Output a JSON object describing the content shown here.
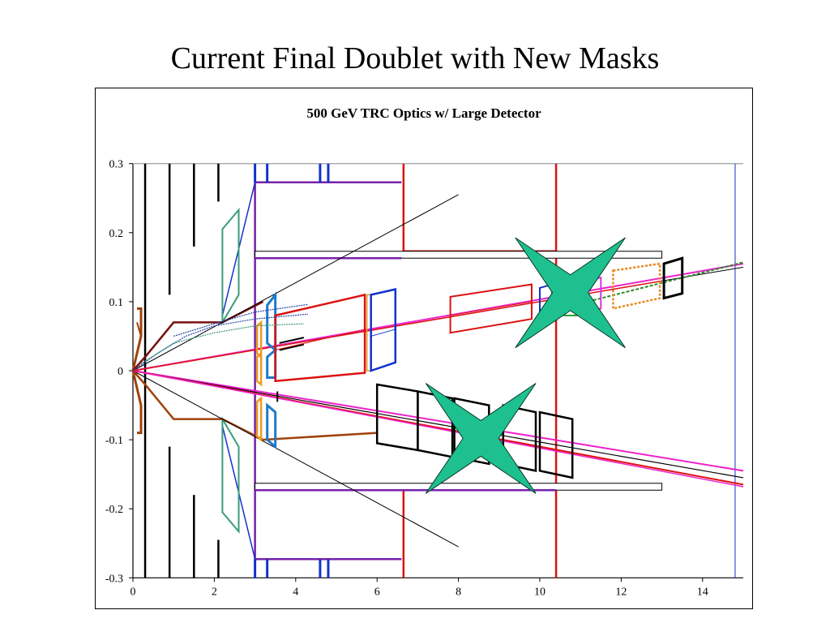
{
  "slide": {
    "title": "Current Final Doublet with New Masks"
  },
  "chart_data": {
    "type": "diagram",
    "title": "500 GeV TRC Optics w/ Large Detector",
    "xlim": [
      0,
      15
    ],
    "ylim": [
      -0.3,
      0.3
    ],
    "x_ticks": [
      "0",
      "2",
      "4",
      "6",
      "8",
      "10",
      "12",
      "14"
    ],
    "y_ticks": [
      "0.3",
      "0.2",
      "0.1",
      "0",
      "-0.1",
      "-0.2",
      "-0.3"
    ],
    "grid": false,
    "marks": [
      "cross-mark",
      "cross-mark"
    ],
    "colors": {
      "magnet": "#dd1111",
      "blue_magnet": "#1133cc",
      "purple": "#7722aa",
      "teal": "#3a9a7a",
      "brown": "#a0420a",
      "pink": "#ee22cc",
      "star": "#1fc08f",
      "orange": "#ee9922"
    }
  }
}
